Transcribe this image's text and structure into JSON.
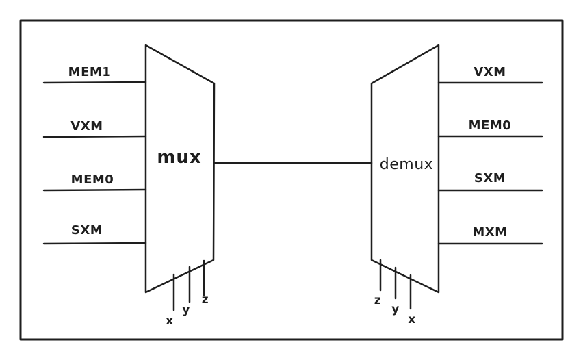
{
  "mux": {
    "label": "mux",
    "inputs": [
      "MEM1",
      "VXM",
      "MEM0",
      "SXM"
    ],
    "selects": [
      "x",
      "y",
      "z"
    ]
  },
  "demux": {
    "label": "demux",
    "outputs": [
      "VXM",
      "MEM0",
      "SXM",
      "MXM"
    ],
    "selects": [
      "z",
      "y",
      "x"
    ]
  }
}
